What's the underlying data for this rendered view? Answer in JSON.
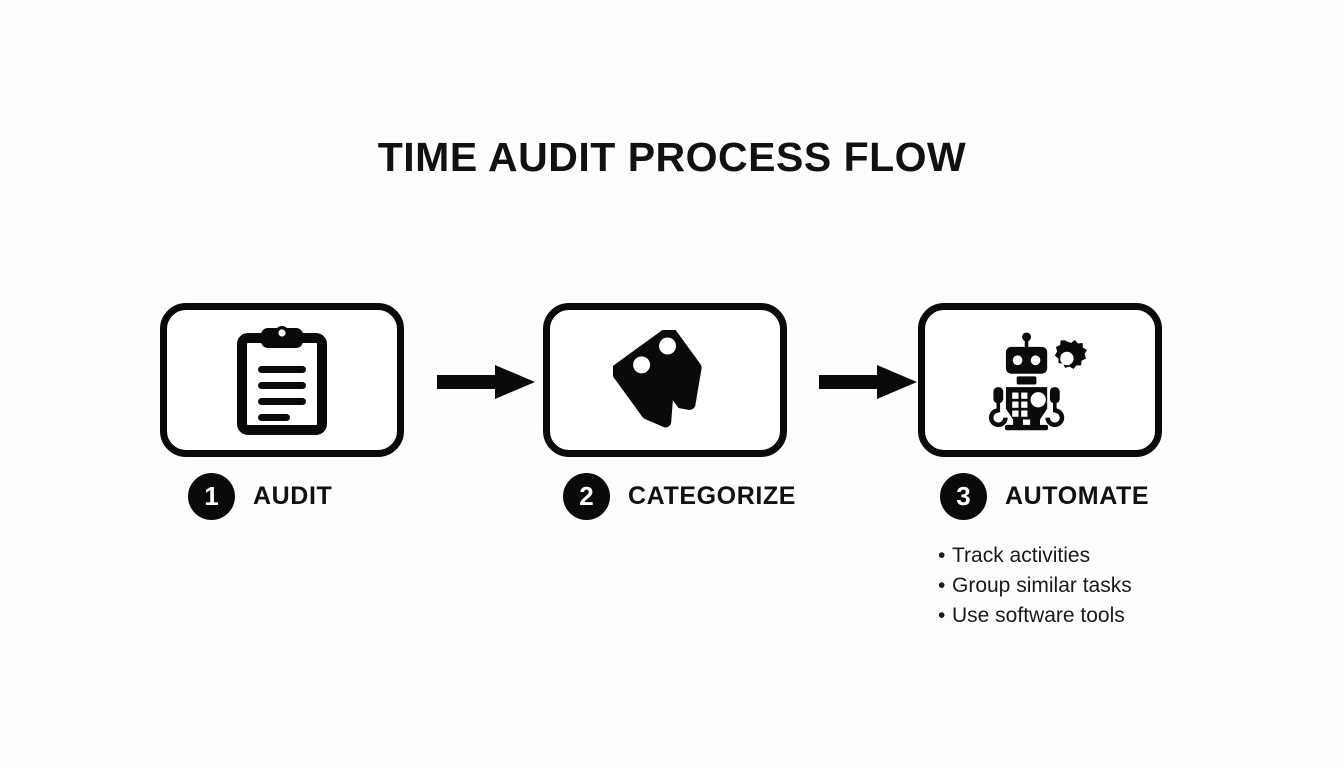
{
  "header": {
    "title": "TIME AUDIT PROCESS FLOW"
  },
  "theme": {
    "background": "#fdfdfd",
    "ink": "#0a0a0a",
    "box_fill": "#ffffff",
    "text": "#111111"
  },
  "flow": {
    "steps": [
      {
        "number": "1",
        "label": "AUDIT",
        "icon": "clipboard-icon"
      },
      {
        "number": "2",
        "label": "CATEGORIZE",
        "icon": "tags-icon"
      },
      {
        "number": "3",
        "label": "AUTOMATE",
        "icon": "robot-gear-icon"
      }
    ],
    "connectors": [
      {
        "icon": "arrow-right-icon"
      },
      {
        "icon": "arrow-right-icon"
      }
    ]
  },
  "details": {
    "bullet_symbol": "•",
    "items": [
      "Track activities",
      "Group similar tasks",
      "Use software tools"
    ]
  }
}
